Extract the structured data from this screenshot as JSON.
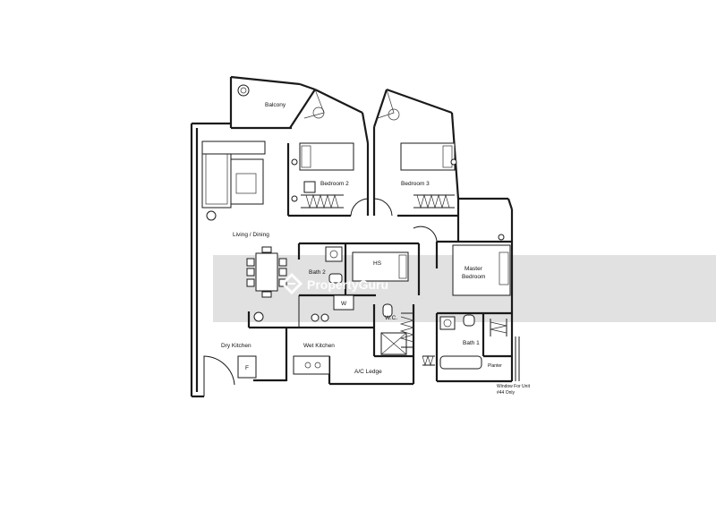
{
  "rooms": {
    "balcony": "Balcony",
    "bedroom2": "Bedroom 2",
    "bedroom3": "Bedroom 3",
    "living_dining": "Living / Dining",
    "bath2": "Bath 2",
    "hs": "HS",
    "master_bedroom_line1": "Master",
    "master_bedroom_line2": "Bedroom",
    "w": "W",
    "wc": "W.C.",
    "dry_kitchen": "Dry Kitchen",
    "wet_kitchen": "Wet Kitchen",
    "bath1": "Bath 1",
    "ac_ledge": "A/C Ledge",
    "f": "F",
    "planter": "Planter"
  },
  "notes": {
    "window_line1": "Window For Unit",
    "window_line2": "#44 Only"
  },
  "watermark": {
    "text": "PropertyGuru"
  },
  "colors": {
    "line": "#1a1a1a",
    "watermark_band": "#d9d9d9",
    "watermark_text": "#ffffff"
  }
}
